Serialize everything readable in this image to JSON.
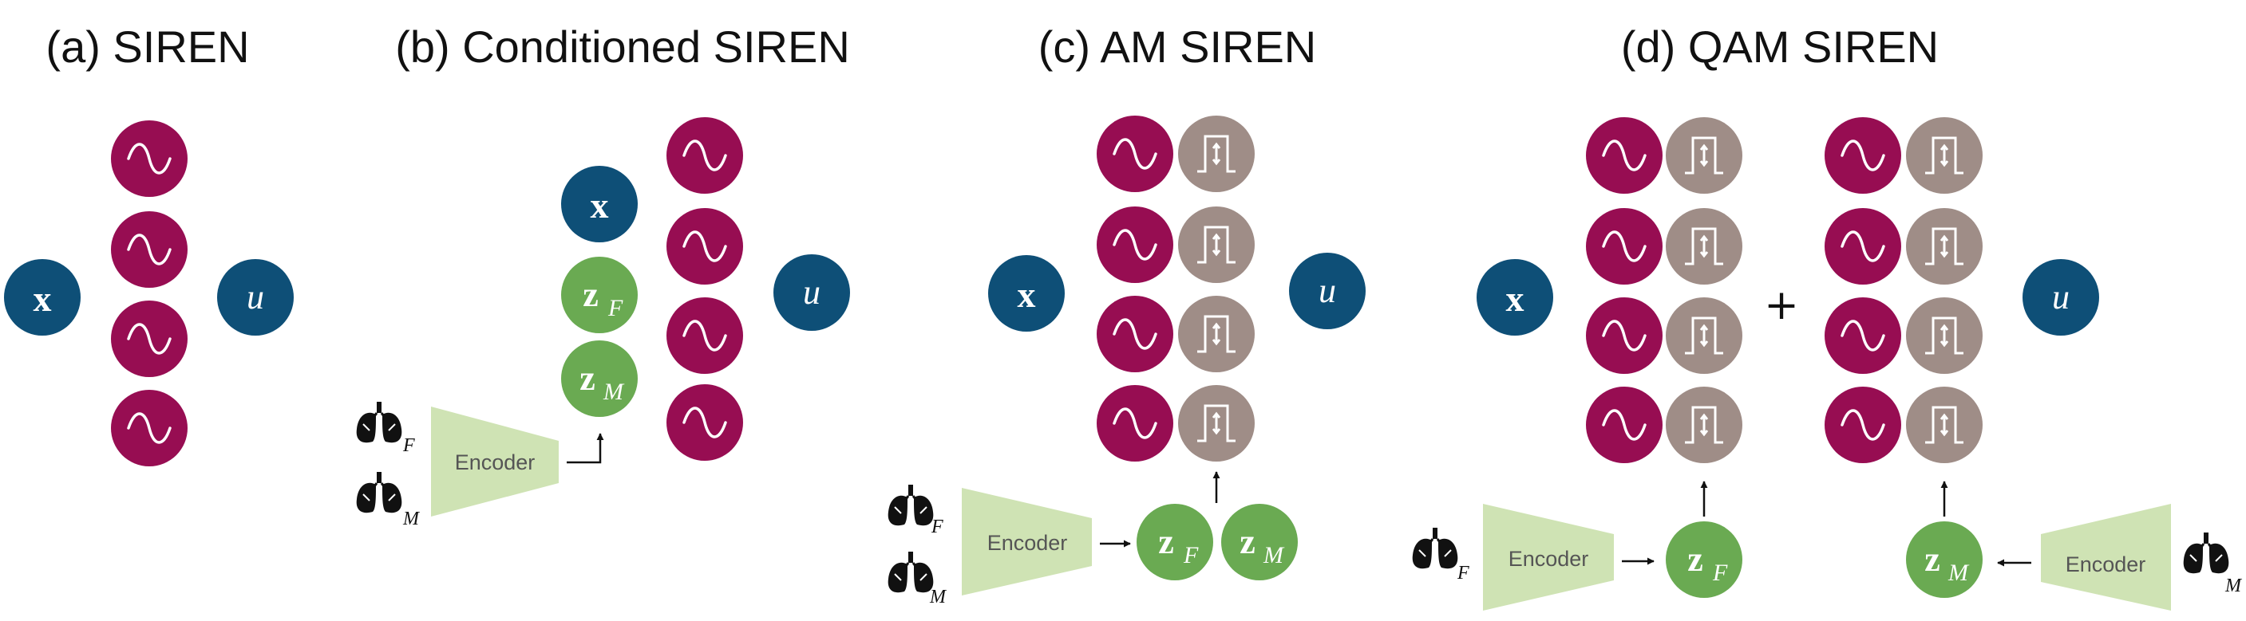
{
  "panels": {
    "a": {
      "title": "(a) SIREN"
    },
    "b": {
      "title": "(b) Conditioned SIREN"
    },
    "c": {
      "title": "(c) AM SIREN"
    },
    "d": {
      "title": "(d) QAM SIREN"
    }
  },
  "symbols": {
    "input": "x",
    "output": "u",
    "latent": "z",
    "sub_fixed": "F",
    "sub_moving": "M",
    "encoder": "Encoder",
    "plus": "+"
  },
  "colors": {
    "input_output": "#0e4f77",
    "sine": "#970d52",
    "modulation": "#9f8d87",
    "latent": "#6aaa52",
    "encoder": "#cfe3b4"
  },
  "icons": [
    "sine-wave-icon",
    "amplitude-modulation-icon",
    "lung-icon",
    "arrow-icon"
  ]
}
